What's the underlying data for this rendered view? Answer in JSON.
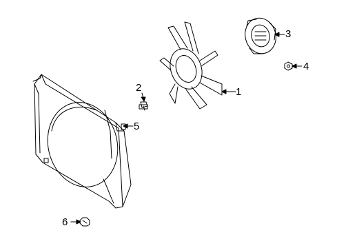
{
  "callouts": {
    "fan_blade": "1",
    "bolt": "2",
    "fan_clutch": "3",
    "nut": "4",
    "fan_shroud": "5",
    "clip": "6"
  },
  "colors": {
    "line": "#000000",
    "background": "#ffffff"
  }
}
